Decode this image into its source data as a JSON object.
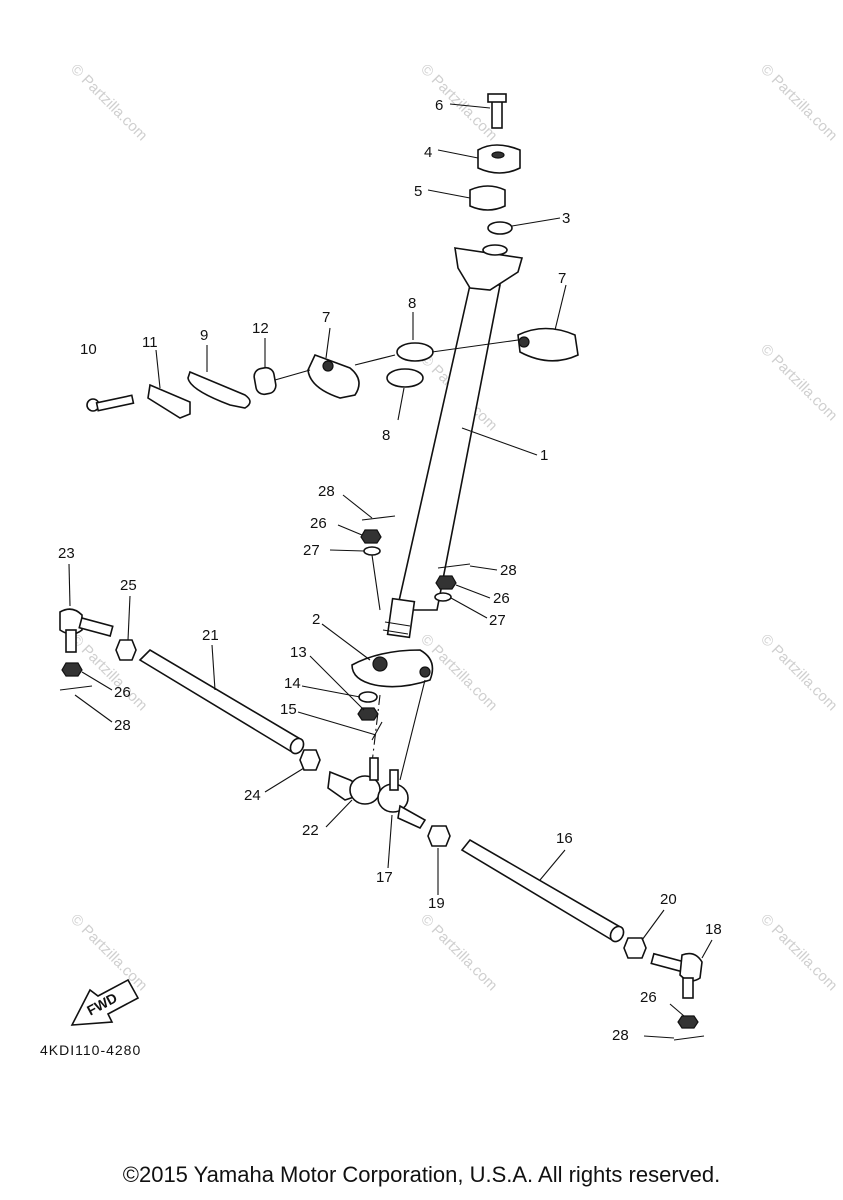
{
  "watermark": "© Partzilla.com",
  "drawing_code": "4KDI110-4280",
  "fwd_label": "FWD",
  "copyright": "©2015 Yamaha Motor Corporation, U.S.A. All rights reserved.",
  "callouts": {
    "c1": "1",
    "c2": "2",
    "c3": "3",
    "c4": "4",
    "c5": "5",
    "c6": "6",
    "c7a": "7",
    "c7b": "7",
    "c8a": "8",
    "c8b": "8",
    "c9": "9",
    "c10": "10",
    "c11": "11",
    "c12": "12",
    "c13": "13",
    "c14": "14",
    "c15": "15",
    "c16": "16",
    "c17": "17",
    "c18": "18",
    "c19": "19",
    "c20": "20",
    "c21": "21",
    "c22": "22",
    "c23": "23",
    "c24": "24",
    "c25": "25",
    "c26a": "26",
    "c26b": "26",
    "c26c": "26",
    "c26d": "26",
    "c27a": "27",
    "c27b": "27",
    "c28a": "28",
    "c28b": "28",
    "c28c": "28",
    "c28d": "28"
  }
}
